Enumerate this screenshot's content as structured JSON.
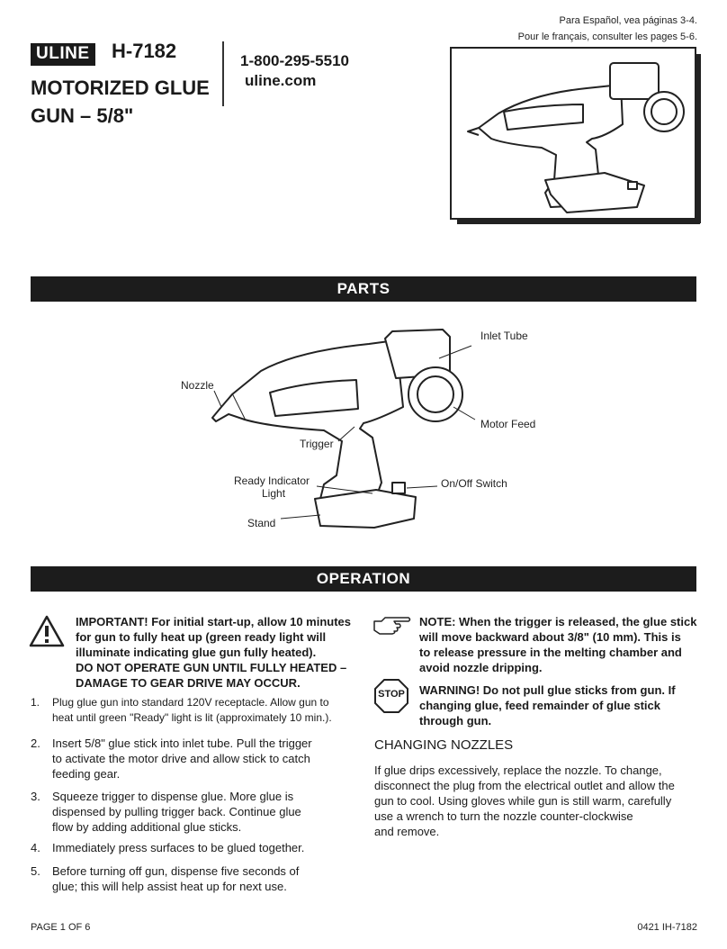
{
  "header": {
    "lang_es": "Para Español, vea páginas 3-4.",
    "lang_fr": "Pour le français, consulter les pages 5-6.",
    "logo": "ULINE",
    "model": "H-7182",
    "title_line1": "MOTORIZED GLUE",
    "title_line2": "GUN – 5/8\"",
    "phone": "1-800-295-5510",
    "website": "uline.com"
  },
  "parts": {
    "heading": "PARTS",
    "labels": {
      "inlet_tube": "Inlet Tube",
      "nozzle": "Nozzle",
      "motor_feed": "Motor Feed",
      "trigger": "Trigger",
      "ready_indicator_1": "Ready Indicator",
      "ready_indicator_2": "Light",
      "on_off_switch": "On/Off Switch",
      "stand": "Stand"
    }
  },
  "operation": {
    "heading": "OPERATION",
    "important": {
      "line1": "IMPORTANT! For initial start-up, allow 10 minutes",
      "line2": "for gun to fully heat up (green ready light will",
      "line3": "illuminate indicating glue gun fully heated).",
      "line4": "DO NOT OPERATE GUN UNTIL FULLY HEATED –",
      "line5": "DAMAGE TO GEAR DRIVE MAY OCCUR."
    },
    "steps": [
      {
        "num": "1.",
        "line1": "Plug glue gun into standard 120V receptacle. Allow gun to",
        "line2": "heat until green \"Ready\" light is lit (approximately 10 min.)."
      },
      {
        "num": "2.",
        "line1": "Insert 5/8\" glue stick into inlet tube. Pull the trigger",
        "line2": "to activate the motor drive and allow stick to catch",
        "line3": "feeding gear."
      },
      {
        "num": "3.",
        "line1": "Squeeze trigger to dispense glue. More glue is",
        "line2": "dispensed by pulling trigger back. Continue glue",
        "line3": "flow by adding additional glue sticks."
      },
      {
        "num": "4.",
        "line1": "Immediately press surfaces to be glued together."
      },
      {
        "num": "5.",
        "line1": "Before turning off gun, dispense five seconds of",
        "line2": "glue; this will help assist heat up for next use."
      }
    ],
    "note": {
      "line1": "NOTE: When the trigger is released, the glue stick",
      "line2": "will move backward about 3/8\" (10 mm). This is",
      "line3": "to release pressure in the melting chamber and",
      "line4": "avoid nozzle dripping."
    },
    "stop_sign": "STOP",
    "warning": {
      "line1": "WARNING! Do not pull glue sticks from gun. If",
      "line2": "changing glue, feed remainder of glue stick",
      "line3": "through gun."
    },
    "changing_nozzles": {
      "heading": "CHANGING NOZZLES",
      "line1": "If glue drips excessively, replace the nozzle. To change,",
      "line2": "disconnect the plug from the electrical outlet and allow the",
      "line3": "gun to cool. Using gloves while gun is still warm, carefully",
      "line4": "use a wrench to turn the nozzle counter-clockwise",
      "line5": "and remove."
    }
  },
  "footer": {
    "page": "PAGE 1 OF 6",
    "code": "0421 IH-7182"
  }
}
